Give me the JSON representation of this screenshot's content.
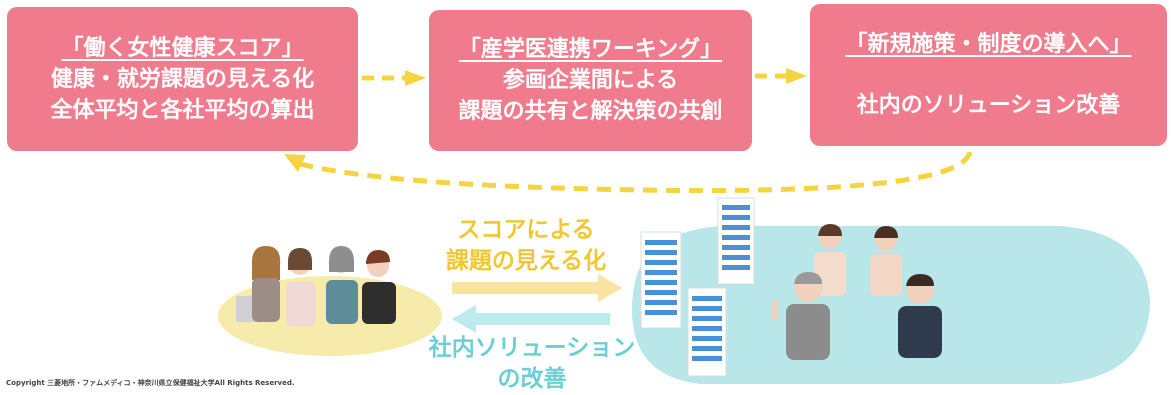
{
  "colors": {
    "box": "#F07B8C",
    "yellow": "#F5D442",
    "cyan": "#A9E5E8",
    "ellipse_left": "#F6EBAA",
    "ellipse_right": "#B9E6E8"
  },
  "boxes": [
    {
      "title": "「働く女性健康スコア」",
      "line1": "健康・就労課題の見える化",
      "line2": "全体平均と各社平均の算出"
    },
    {
      "title": "「産学医連携ワーキング」",
      "line1": "参画企業間による",
      "line2": "課題の共有と解決策の共創"
    },
    {
      "title": "「新規施策・制度の導入へ」",
      "line1": "社内のソリューション改善"
    }
  ],
  "arrow_right_label": {
    "line1": "スコアによる",
    "line2": "課題の見える化"
  },
  "arrow_left_label": {
    "line1": "社内ソリューション",
    "line2": "の改善"
  },
  "copyright": "Copyright 三菱地所・ファムメディコ・神奈川県立保健福祉大学All Rights Reserved.",
  "icons": {
    "left_group": "women-workers-illustration",
    "right_group": "company-staff-illustration",
    "buildings": "office-buildings-icon"
  }
}
